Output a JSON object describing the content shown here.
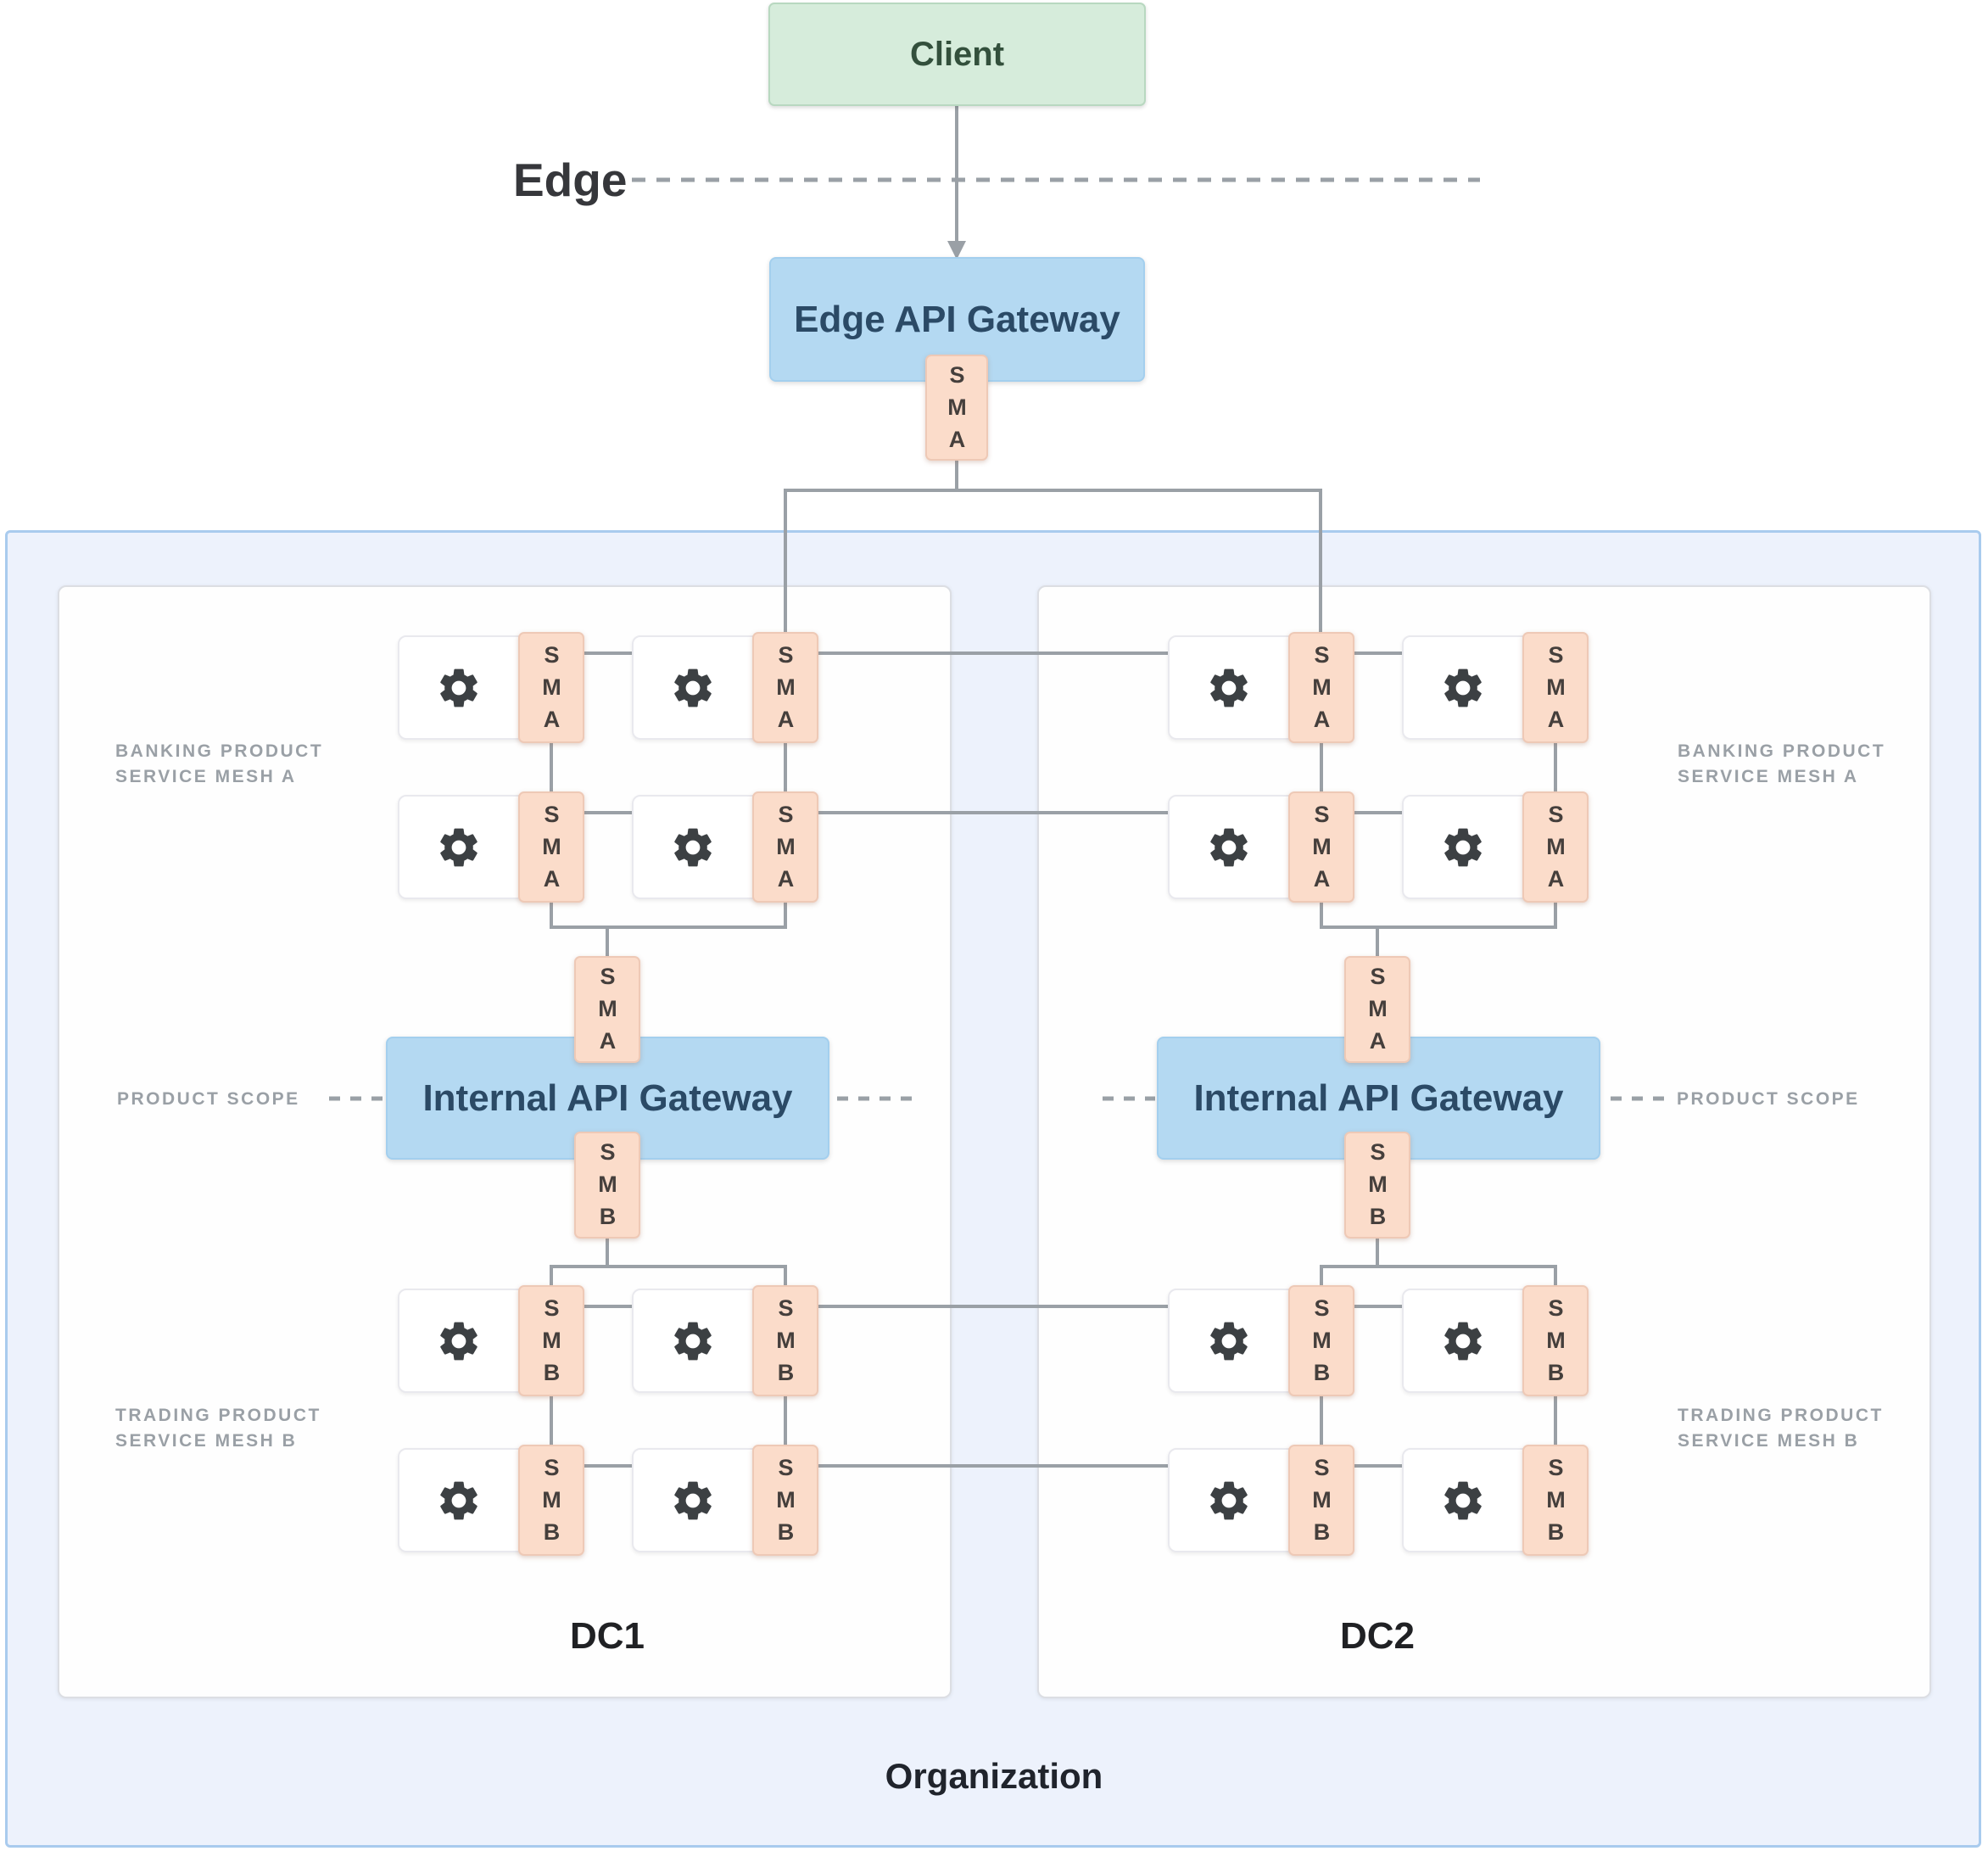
{
  "edge_zone": {
    "label": "Edge"
  },
  "client": {
    "label": "Client"
  },
  "edge_gateway": {
    "label": "Edge API Gateway",
    "sidecar": "SMA"
  },
  "dc1": {
    "label": "DC1",
    "scope_label": "PRODUCT SCOPE",
    "mesh_a": {
      "label_line1": "BANKING PRODUCT",
      "label_line2": "SERVICE MESH A",
      "services": [
        {
          "sidecar": "SMA"
        },
        {
          "sidecar": "SMA"
        },
        {
          "sidecar": "SMA"
        },
        {
          "sidecar": "SMA"
        }
      ]
    },
    "gateway": {
      "label": "Internal API Gateway",
      "sidecar_top": "SMA",
      "sidecar_bottom": "SMB"
    },
    "mesh_b": {
      "label_line1": "TRADING PRODUCT",
      "label_line2": "SERVICE MESH B",
      "services": [
        {
          "sidecar": "SMB"
        },
        {
          "sidecar": "SMB"
        },
        {
          "sidecar": "SMB"
        },
        {
          "sidecar": "SMB"
        }
      ]
    }
  },
  "dc2": {
    "label": "DC2",
    "scope_label": "PRODUCT SCOPE",
    "mesh_a": {
      "label_line1": "BANKING PRODUCT",
      "label_line2": "SERVICE MESH A",
      "services": [
        {
          "sidecar": "SMA"
        },
        {
          "sidecar": "SMA"
        },
        {
          "sidecar": "SMA"
        },
        {
          "sidecar": "SMA"
        }
      ]
    },
    "gateway": {
      "label": "Internal API Gateway",
      "sidecar_top": "SMA",
      "sidecar_bottom": "SMB"
    },
    "mesh_b": {
      "label_line1": "TRADING PRODUCT",
      "label_line2": "SERVICE MESH B",
      "services": [
        {
          "sidecar": "SMB"
        },
        {
          "sidecar": "SMB"
        },
        {
          "sidecar": "SMB"
        },
        {
          "sidecar": "SMB"
        }
      ]
    }
  },
  "organization": {
    "label": "Organization"
  },
  "colors": {
    "client_fill": "#d6ecdb",
    "client_border": "#b8d8c0",
    "client_text": "#33503c",
    "gateway_fill": "#b4d9f2",
    "gateway_border": "#a3cfee",
    "gateway_text": "#2b4a66",
    "sidecar_fill": "#fbdcca",
    "sidecar_border": "#eec9b6",
    "sidecar_text": "#453f3c",
    "organization_fill": "#edf2fc",
    "organization_border": "#a9cbee",
    "panel_fill": "#fefefe",
    "panel_border": "#dcdee3",
    "service_border": "#e9e9ee",
    "connector": "#9aa0a6",
    "caption_text": "#9aa0a6",
    "title_text": "#202124",
    "gear": "#3c4043"
  }
}
